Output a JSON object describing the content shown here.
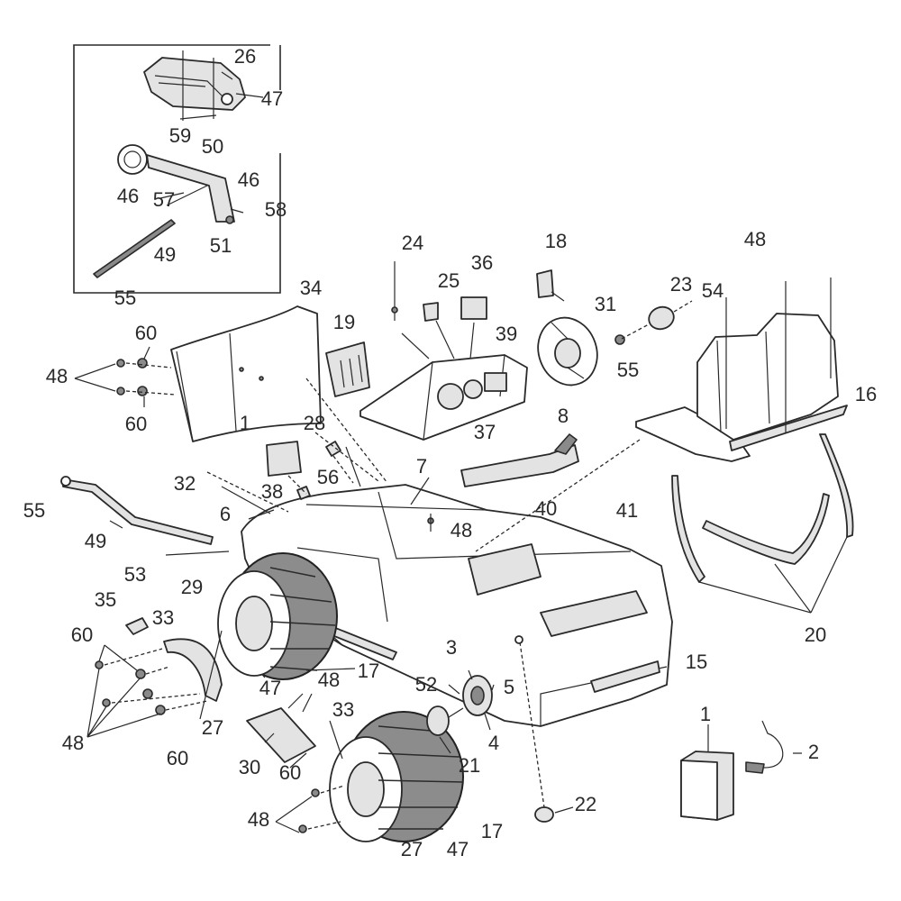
{
  "callouts": [
    {
      "id": "c26a",
      "text": "26"
    },
    {
      "id": "c47a",
      "text": "47"
    },
    {
      "id": "c59",
      "text": "59"
    },
    {
      "id": "c50",
      "text": "50"
    },
    {
      "id": "c46a",
      "text": "46"
    },
    {
      "id": "c46b",
      "text": "46"
    },
    {
      "id": "c57",
      "text": "57"
    },
    {
      "id": "c58",
      "text": "58"
    },
    {
      "id": "c49a",
      "text": "49"
    },
    {
      "id": "c51",
      "text": "51"
    },
    {
      "id": "c55a",
      "text": "55"
    },
    {
      "id": "c34",
      "text": "34"
    },
    {
      "id": "c60a",
      "text": "60"
    },
    {
      "id": "c48a",
      "text": "48"
    },
    {
      "id": "c60b",
      "text": "60"
    },
    {
      "id": "c19",
      "text": "19"
    },
    {
      "id": "c1a",
      "text": "1"
    },
    {
      "id": "c24",
      "text": "24"
    },
    {
      "id": "c25",
      "text": "25"
    },
    {
      "id": "c36",
      "text": "36"
    },
    {
      "id": "c18",
      "text": "18"
    },
    {
      "id": "c31",
      "text": "31"
    },
    {
      "id": "c23",
      "text": "23"
    },
    {
      "id": "c54",
      "text": "54"
    },
    {
      "id": "c48b",
      "text": "48"
    },
    {
      "id": "c39",
      "text": "39"
    },
    {
      "id": "c55b",
      "text": "55"
    },
    {
      "id": "c16",
      "text": "16"
    },
    {
      "id": "c28",
      "text": "28"
    },
    {
      "id": "c37",
      "text": "37"
    },
    {
      "id": "c8",
      "text": "8"
    },
    {
      "id": "c32",
      "text": "32"
    },
    {
      "id": "c7",
      "text": "7"
    },
    {
      "id": "c56",
      "text": "56"
    },
    {
      "id": "c38",
      "text": "38"
    },
    {
      "id": "c6",
      "text": "6"
    },
    {
      "id": "c55c",
      "text": "55"
    },
    {
      "id": "c40",
      "text": "40"
    },
    {
      "id": "c41",
      "text": "41"
    },
    {
      "id": "c49b",
      "text": "49"
    },
    {
      "id": "c48c",
      "text": "48"
    },
    {
      "id": "c53",
      "text": "53"
    },
    {
      "id": "c29",
      "text": "29"
    },
    {
      "id": "c35",
      "text": "35"
    },
    {
      "id": "c33a",
      "text": "33"
    },
    {
      "id": "c60c",
      "text": "60"
    },
    {
      "id": "c3",
      "text": "3"
    },
    {
      "id": "c48d",
      "text": "48"
    },
    {
      "id": "c17a",
      "text": "17"
    },
    {
      "id": "c52",
      "text": "52"
    },
    {
      "id": "c5",
      "text": "5"
    },
    {
      "id": "c15",
      "text": "15"
    },
    {
      "id": "c20",
      "text": "20"
    },
    {
      "id": "c47b",
      "text": "47"
    },
    {
      "id": "c27a",
      "text": "27"
    },
    {
      "id": "c48e",
      "text": "48"
    },
    {
      "id": "c33b",
      "text": "33"
    },
    {
      "id": "c4",
      "text": "4"
    },
    {
      "id": "c1b",
      "text": "1"
    },
    {
      "id": "c60d",
      "text": "60"
    },
    {
      "id": "c30",
      "text": "30"
    },
    {
      "id": "c60e",
      "text": "60"
    },
    {
      "id": "c21",
      "text": "21"
    },
    {
      "id": "c2",
      "text": "2"
    },
    {
      "id": "c22",
      "text": "22"
    },
    {
      "id": "c48f",
      "text": "48"
    },
    {
      "id": "c17b",
      "text": "17"
    },
    {
      "id": "c27b",
      "text": "27"
    },
    {
      "id": "c47c",
      "text": "47"
    }
  ]
}
